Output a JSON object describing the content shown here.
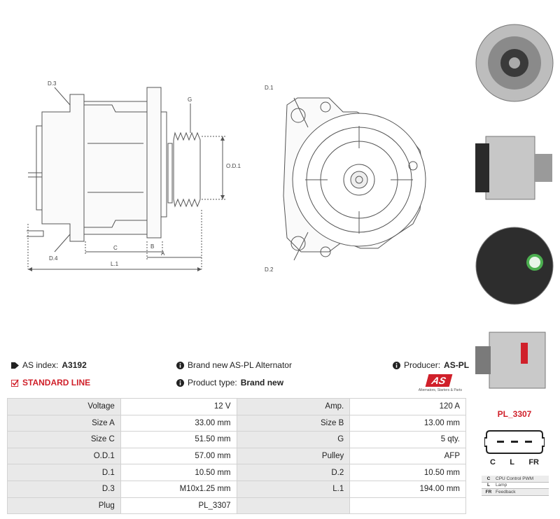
{
  "diagram_labels": {
    "d3": "D.3",
    "d4": "D.4",
    "g": "G",
    "od1": "O.D.1",
    "c": "C",
    "b": "B",
    "a": "A",
    "l1": "L.1",
    "d1": "D.1",
    "d2": "D.2"
  },
  "info": {
    "as_index_label": "AS index:",
    "as_index_value": "A3192",
    "standard_line": "STANDARD LINE",
    "brand_new_text": "Brand new AS-PL Alternator",
    "product_type_label": "Product type:",
    "product_type_value": "Brand new",
    "producer_label": "Producer:",
    "producer_value": "AS-PL",
    "logo_text": "AS",
    "logo_tagline": "Alternators, Starters & Parts"
  },
  "specs": [
    {
      "l1": "Voltage",
      "v1": "12 V",
      "l2": "Amp.",
      "v2": "120 A"
    },
    {
      "l1": "Size A",
      "v1": "33.00 mm",
      "l2": "Size B",
      "v2": "13.00 mm"
    },
    {
      "l1": "Size C",
      "v1": "51.50 mm",
      "l2": "G",
      "v2": "5 qty."
    },
    {
      "l1": "O.D.1",
      "v1": "57.00 mm",
      "l2": "Pulley",
      "v2": "AFP"
    },
    {
      "l1": "D.1",
      "v1": "10.50 mm",
      "l2": "D.2",
      "v2": "10.50 mm"
    },
    {
      "l1": "D.3",
      "v1": "M10x1.25 mm",
      "l2": "L.1",
      "v2": "194.00 mm"
    },
    {
      "l1": "Plug",
      "v1": "PL_3307",
      "l2": "",
      "v2": ""
    }
  ],
  "plug": {
    "code": "PL_3307",
    "pins": [
      "C",
      "L",
      "FR"
    ],
    "legend": [
      {
        "key": "C",
        "desc": "CPU Control PWM"
      },
      {
        "key": "L",
        "desc": "Lamp"
      },
      {
        "key": "FR",
        "desc": "Feedback"
      }
    ]
  },
  "colors": {
    "accent_red": "#d0202a",
    "label_bg": "#e9e9e9",
    "border": "#d2d2d2"
  }
}
